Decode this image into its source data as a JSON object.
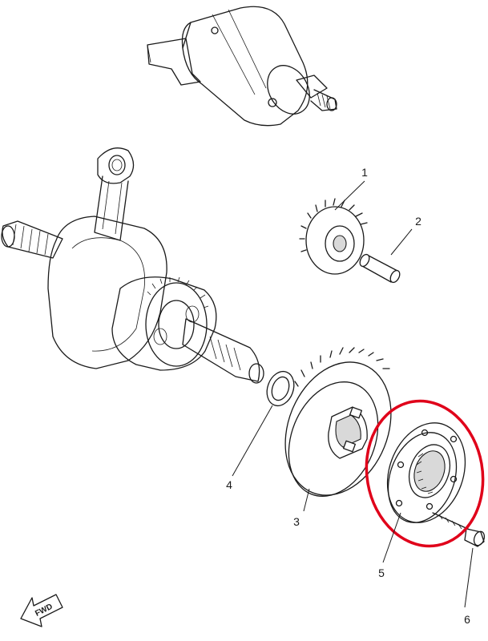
{
  "callouts": {
    "c1": "1",
    "c2": "2",
    "c3": "3",
    "c4": "4",
    "c5": "5",
    "c6": "6"
  },
  "fwd_label": "FWD",
  "highlight": {
    "part": "5",
    "color": "#e0001a"
  }
}
